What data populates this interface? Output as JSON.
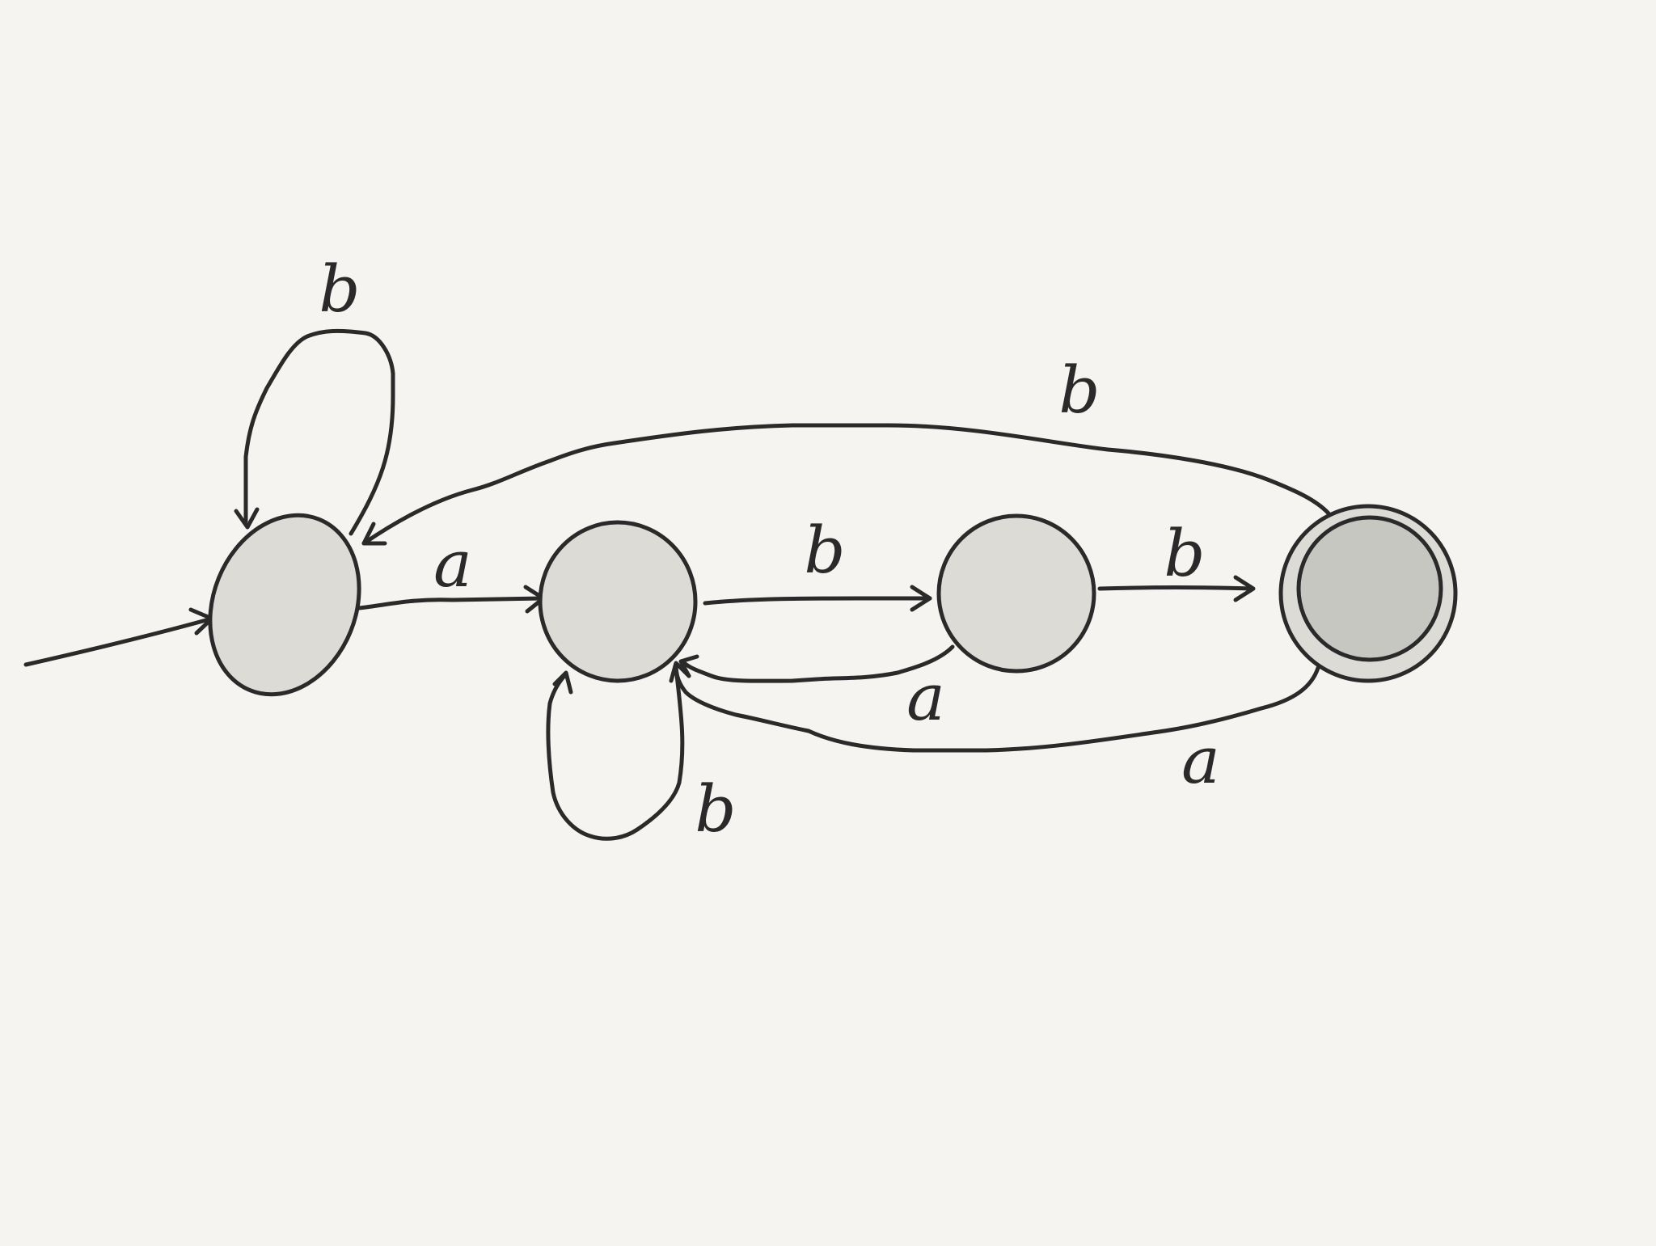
{
  "diagram": {
    "type": "finite-automaton",
    "colors": {
      "background": "#f5f4f0",
      "ink": "#2a2a2a",
      "state_fill": "#dcdbd6",
      "accept_inner_fill": "#c6c7c1"
    },
    "states": [
      {
        "id": "s0",
        "role": "start"
      },
      {
        "id": "s1",
        "role": "normal"
      },
      {
        "id": "s2",
        "role": "normal"
      },
      {
        "id": "s3",
        "role": "accepting"
      }
    ],
    "transitions": [
      {
        "from": "s0",
        "to": "s0",
        "label": "b"
      },
      {
        "from": "s0",
        "to": "s1",
        "label": "a"
      },
      {
        "from": "s1",
        "to": "s1",
        "label": "b"
      },
      {
        "from": "s1",
        "to": "s2",
        "label": "b"
      },
      {
        "from": "s2",
        "to": "s1",
        "label": "a"
      },
      {
        "from": "s2",
        "to": "s3",
        "label": "b"
      },
      {
        "from": "s3",
        "to": "s1",
        "label": "a"
      },
      {
        "from": "s3",
        "to": "s0",
        "label": "b"
      }
    ]
  }
}
